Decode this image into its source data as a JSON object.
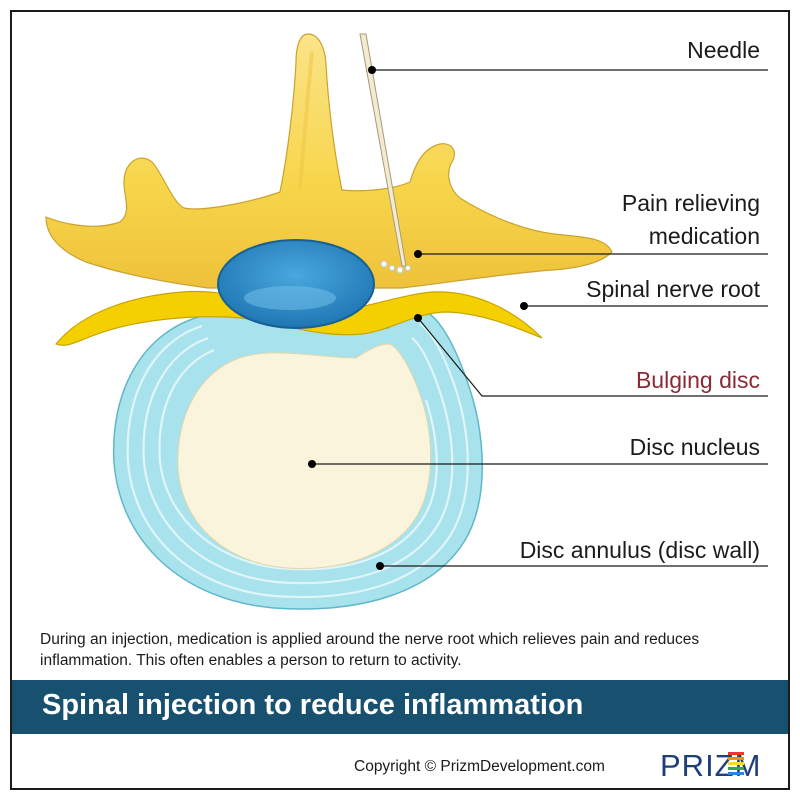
{
  "labels": {
    "needle": "Needle",
    "pain_relieving_line1": "Pain relieving",
    "pain_relieving_line2": "medication",
    "spinal_nerve_root": "Spinal nerve root",
    "bulging_disc": "Bulging disc",
    "disc_nucleus": "Disc nucleus",
    "disc_annulus": "Disc annulus (disc wall)"
  },
  "caption": "During an injection, medication is applied around the nerve root which relieves pain and reduces inflammation. This often enables a person to return to activity.",
  "banner": {
    "title": "Spinal injection to reduce inflammation"
  },
  "footer": {
    "copyright": "Copyright © PrizmDevelopment.com",
    "logo_text": "PRIZM"
  },
  "colors": {
    "bone": "#f7d54a",
    "nerve": "#f3d000",
    "medication_bubble": "#2f8fcb",
    "annulus": "#9fe0ea",
    "nucleus": "#fbf4dc",
    "banner": "#18516f",
    "highlight_label": "#8b2a35"
  }
}
